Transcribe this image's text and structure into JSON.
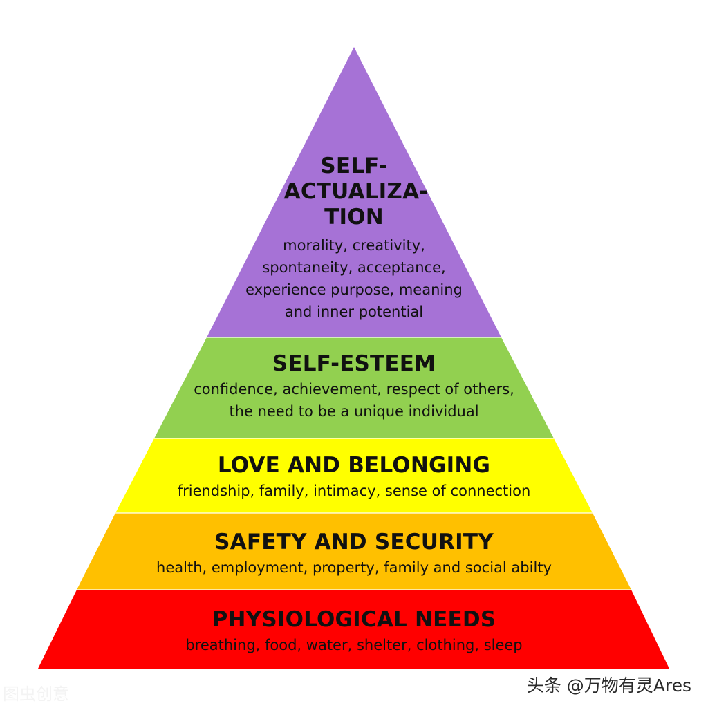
{
  "tiers": [
    {
      "title_lines": [
        "SELF-",
        "ACTUALIZA-",
        "TION"
      ],
      "desc_lines": [
        "morality, creativity,",
        "spontaneity, acceptance,",
        "experience purpose, meaning",
        "and inner potential"
      ],
      "color": "#a672d6"
    },
    {
      "title_lines": [
        "SELF-ESTEEM"
      ],
      "desc_lines": [
        "confidence, achievement, respect of others,",
        "the need to be a unique individual"
      ],
      "color": "#92d050"
    },
    {
      "title_lines": [
        "LOVE AND BELONGING"
      ],
      "desc_lines": [
        "friendship, family, intimacy, sense of connection"
      ],
      "color": "#ffff00"
    },
    {
      "title_lines": [
        "SAFETY AND SECURITY"
      ],
      "desc_lines": [
        "health, employment, property, family and social abilty"
      ],
      "color": "#ffc000"
    },
    {
      "title_lines": [
        "PHYSIOLOGICAL NEEDS"
      ],
      "desc_lines": [
        "breathing, food, water, shelter, clothing, sleep"
      ],
      "color": "#ff0000"
    }
  ],
  "watermark": "头条 @万物有灵Ares",
  "credit_mark": "图虫创意"
}
